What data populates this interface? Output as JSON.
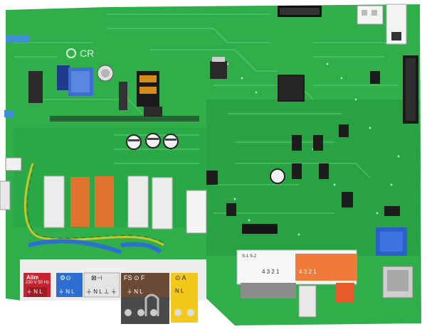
{
  "board": {
    "logo_text": "CR",
    "pcb_color": "#2fae4a",
    "pcb_dark": "#1f8a37",
    "trace_color": "#6fd37f"
  },
  "connectors": [
    {
      "id": "red",
      "color": "#c8232f",
      "title": "Alim",
      "line2": "230 V  50 Hz",
      "pins": "⏚  N  L"
    },
    {
      "id": "blue",
      "color": "#2c6fd1",
      "title": "⚙⊙",
      "pins": "⏚  N  L"
    },
    {
      "id": "white",
      "color": "#e8e8e8",
      "title": "⊠⊣",
      "pins": "⏚  N  L  ⊥  ⏚"
    },
    {
      "id": "brown",
      "color": "#6b4a35",
      "title": "FS  ⊙  F",
      "pins": "⏚  N  L"
    },
    {
      "id": "yellow",
      "color": "#f2c81a",
      "title": "⊙  A",
      "pins": "N  L"
    }
  ],
  "right_connectors": {
    "white_block": {
      "label": "S-1  S-2",
      "pins": "4 3 2 1"
    },
    "orange_block": {
      "label": "",
      "pins": "4  3  2  1"
    }
  }
}
